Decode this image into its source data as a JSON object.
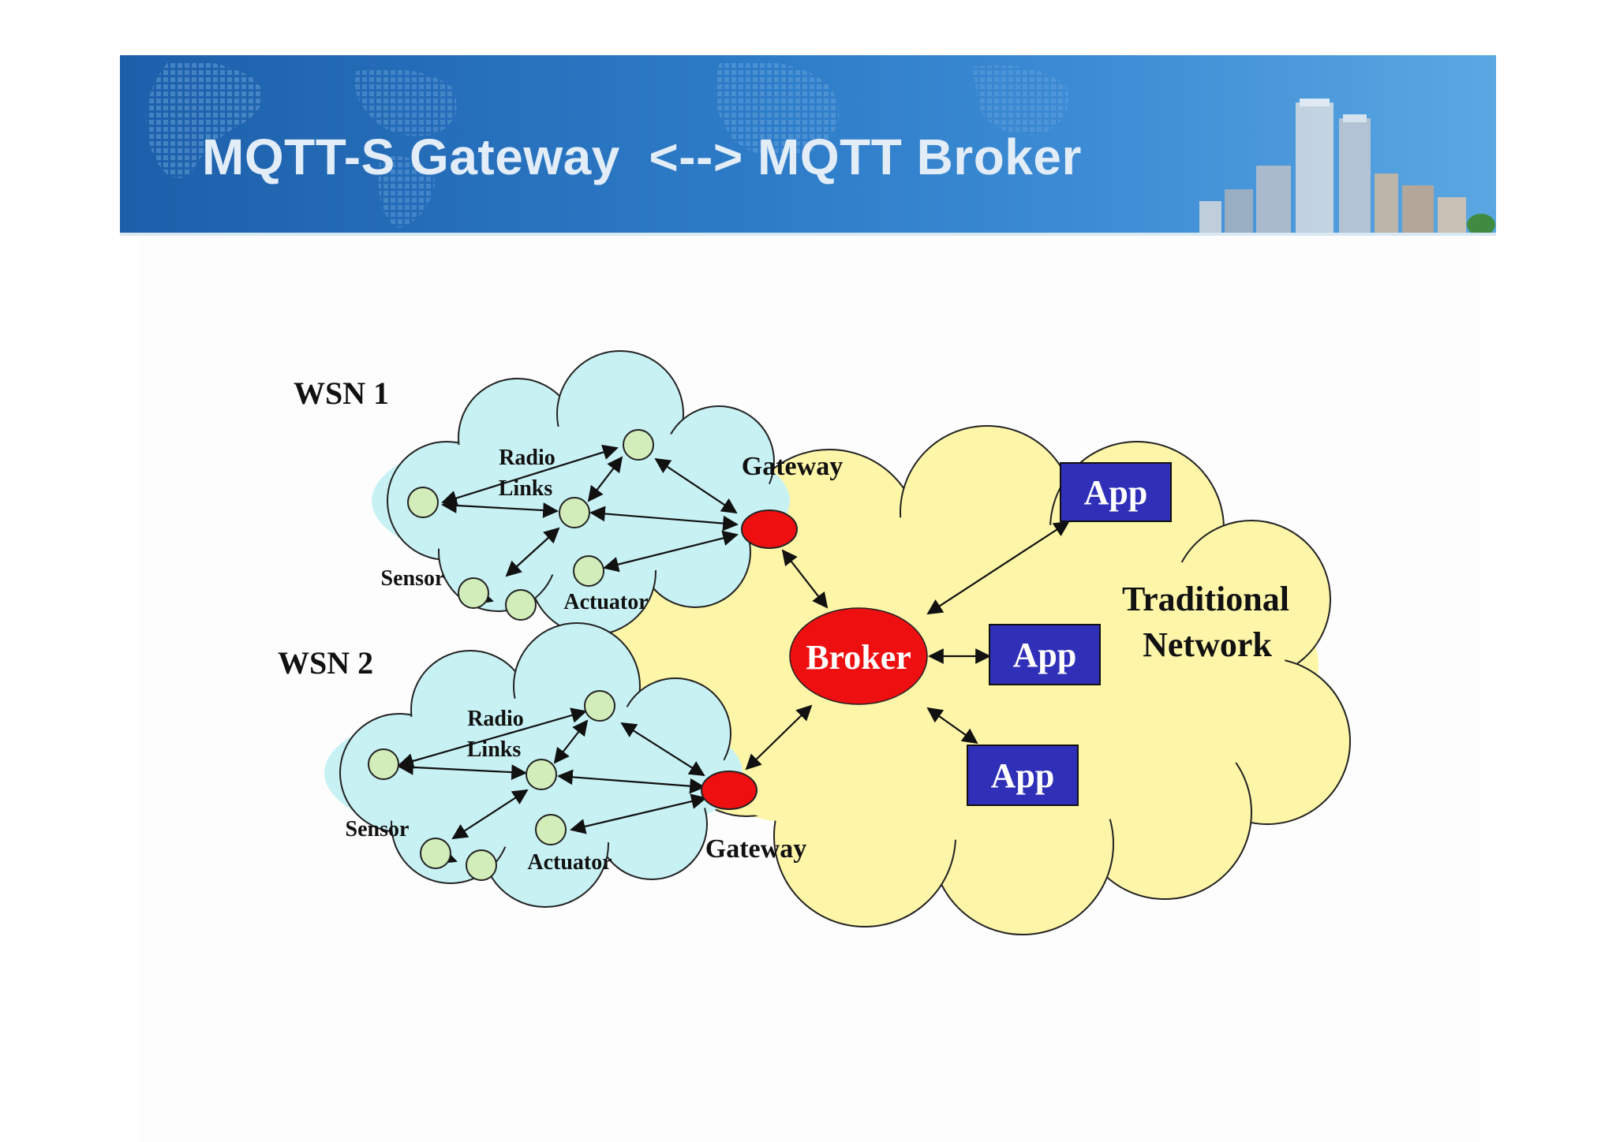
{
  "slide": {
    "title": "MQTT-S Gateway  <--> MQTT Broker"
  },
  "diagram": {
    "wsn1": {
      "title": "WSN 1",
      "radio_links": [
        "Radio",
        "Links"
      ],
      "sensor": "Sensor",
      "actuator": "Actuator",
      "gateway": "Gateway"
    },
    "wsn2": {
      "title": "WSN 2",
      "radio_links": [
        "Radio",
        "Links"
      ],
      "sensor": "Sensor",
      "actuator": "Actuator",
      "gateway": "Gateway"
    },
    "traditional_network": [
      "Traditional",
      "Network"
    ],
    "broker": "Broker",
    "apps": [
      "App",
      "App",
      "App"
    ],
    "colors": {
      "wsn_cloud": "#c8f1f4",
      "network_cloud": "#fdf5a8",
      "node": "#d2edb9",
      "gateway": "#ee1010",
      "broker": "#ee1010",
      "app_box": "#2f2fb8"
    }
  }
}
